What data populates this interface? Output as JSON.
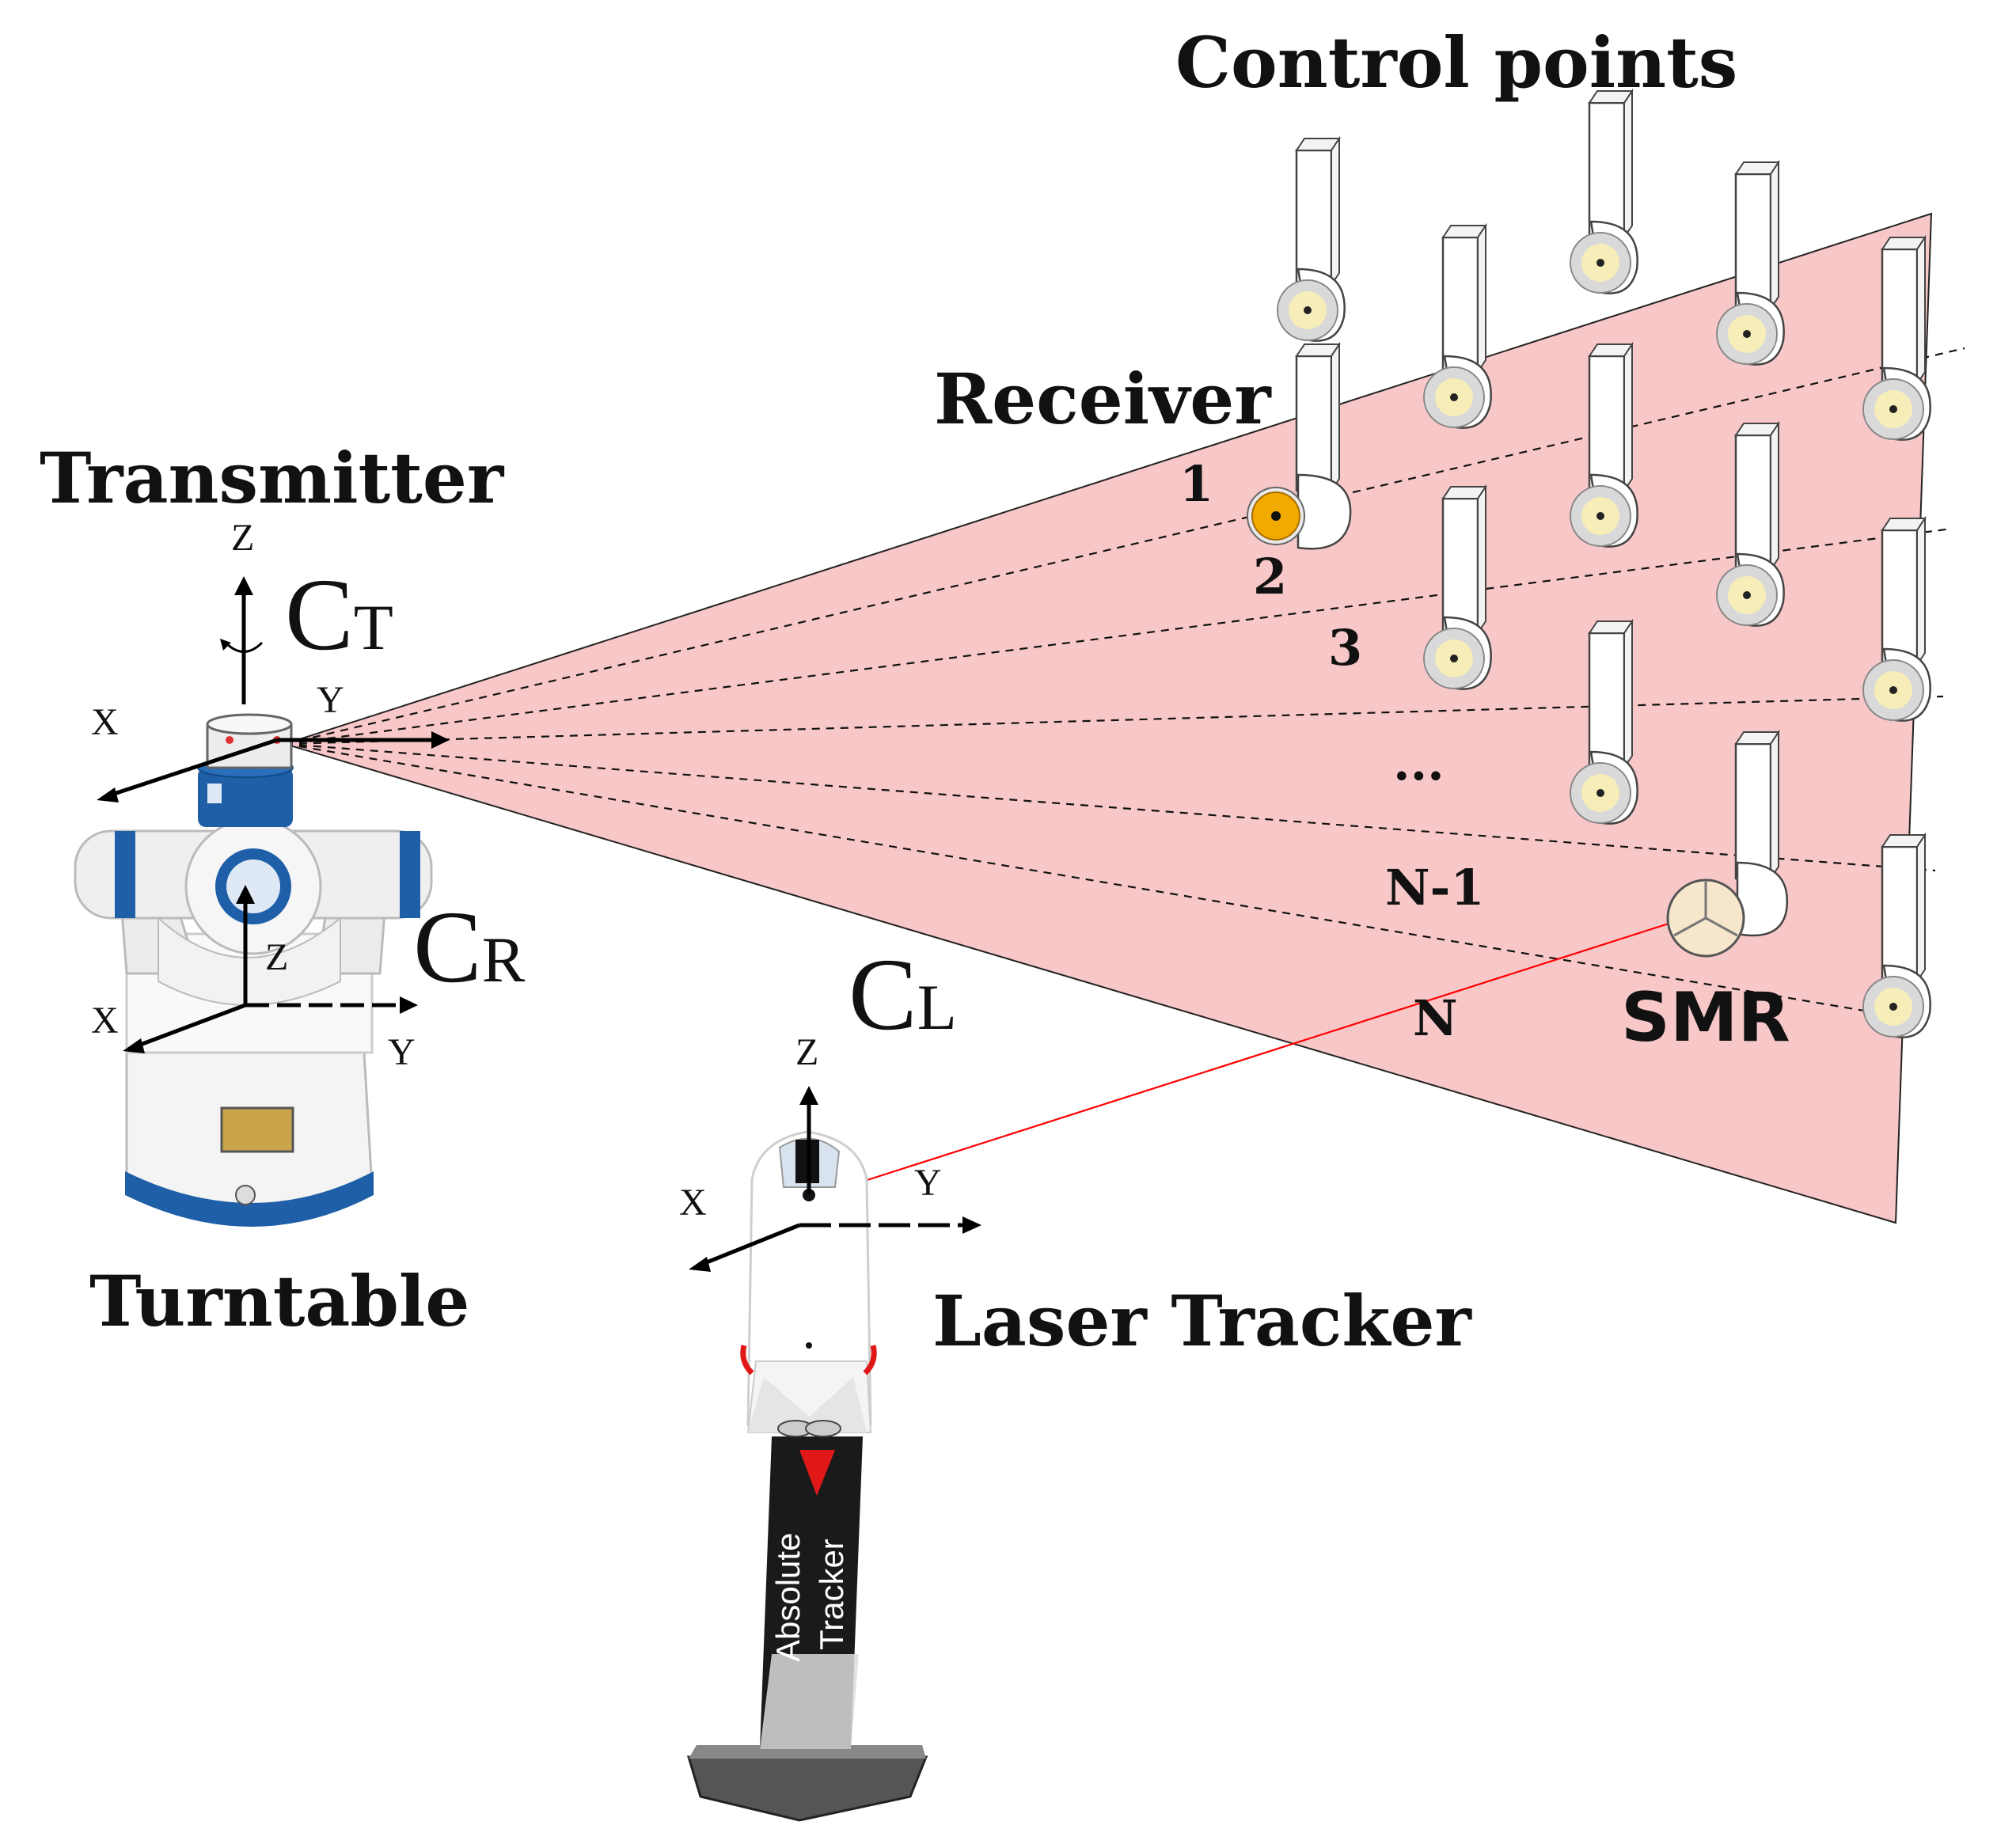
{
  "labels": {
    "control_points": "Control points",
    "receiver": "Receiver",
    "transmitter": "Transmitter",
    "turntable": "Turntable",
    "laser_tracker": "Laser Tracker",
    "smr": "SMR",
    "tracker_text_1": "Absolute",
    "tracker_text_2": "Tracker"
  },
  "coordinate_frames": {
    "transmitter": {
      "main": "C",
      "sub": "T",
      "x": "X",
      "y": "Y",
      "z": "Z"
    },
    "turntable": {
      "main": "C",
      "sub": "R",
      "x": "X",
      "y": "Y",
      "z": "Z"
    },
    "laser": {
      "main": "C",
      "sub": "L",
      "x": "X",
      "y": "Y",
      "z": "Z"
    }
  },
  "scan_lines": [
    "1",
    "2",
    "3",
    "...",
    "N-1",
    "N"
  ],
  "colors": {
    "fan": "#f8c8c8",
    "axis": "#000000",
    "laser_beam": "#ff0000",
    "receiver_lens": "#f2a900",
    "turntable_blue": "#1f5fa8"
  }
}
